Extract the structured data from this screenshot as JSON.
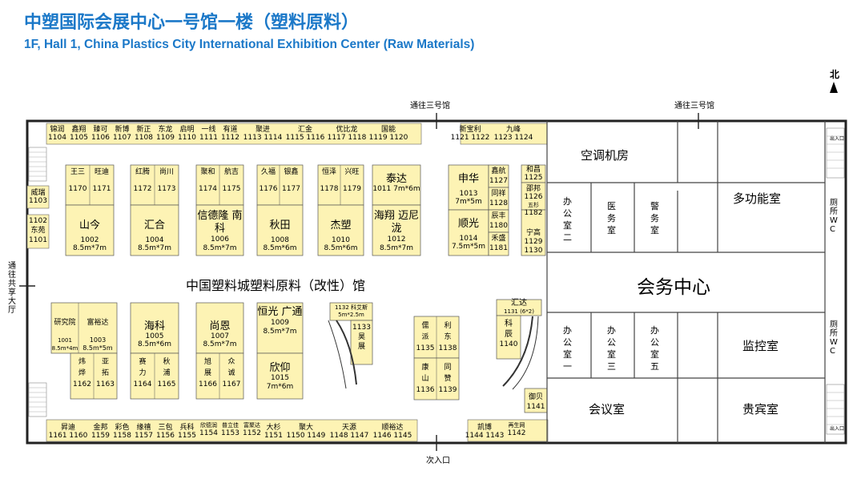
{
  "title_cn": "中塑国际会展中心一号馆一楼（塑料原料）",
  "title_en": "1F, Hall 1, China Plastics City International Exhibition Center (Raw Materials)",
  "north": "北",
  "signs": {
    "to_hall3_left": "通往三号馆",
    "to_hall3_right": "通往三号馆",
    "to_shared_hall": "通往共享大厅",
    "side_entrance": "次入口",
    "entrance_small": "出入口"
  },
  "hall_name": "中国塑料城塑料原料（改性）馆",
  "rooms": {
    "aircon": "空调机房",
    "multi": "多功能室",
    "office2": "办公室二",
    "medical": "医务室",
    "police": "警务室",
    "conference_center": "会务中心",
    "office1": "办公室一",
    "office3": "办公室三",
    "office5": "办公室五",
    "monitor": "监控室",
    "meeting": "会议室",
    "vip": "贵宾室",
    "toilet_wc": "厕所 WC"
  },
  "top_row": [
    {
      "name": "锦润",
      "no": "1104"
    },
    {
      "name": "鑫翔",
      "no": "1105"
    },
    {
      "name": "臻可",
      "no": "1106"
    },
    {
      "name": "新博",
      "no": "1107"
    },
    {
      "name": "新正",
      "no": "1108"
    },
    {
      "name": "东龙",
      "no": "1109"
    },
    {
      "name": "启明",
      "no": "1110"
    },
    {
      "name": "一线",
      "no": "1111"
    },
    {
      "name": "有道",
      "no": "1112"
    },
    {
      "name": "聚进",
      "no": "1113 1114"
    },
    {
      "name": "汇金",
      "no": "1115 1116"
    },
    {
      "name": "优比龙",
      "no": "1117 1118"
    },
    {
      "name": "国能",
      "no": "1119 1120"
    },
    {
      "name": "新宝利",
      "no": "1121 1122"
    },
    {
      "name": "九峰",
      "no": "1123 1124"
    }
  ],
  "bottom_row": [
    {
      "name": "昇迪",
      "no": "1161 1160"
    },
    {
      "name": "金邦",
      "no": "1159"
    },
    {
      "name": "彩色",
      "no": "1158"
    },
    {
      "name": "缘禧",
      "no": "1157"
    },
    {
      "name": "三包",
      "no": "1156"
    },
    {
      "name": "兵科",
      "no": "1155"
    },
    {
      "name": "欣德润",
      "no": "1154"
    },
    {
      "name": "普立佳",
      "no": "1153"
    },
    {
      "name": "富聚达",
      "no": "1152"
    },
    {
      "name": "大杉",
      "no": "1151"
    },
    {
      "name": "聚大",
      "no": "1150 1149"
    },
    {
      "name": "天源",
      "no": "1148 1147"
    },
    {
      "name": "顺裕达",
      "no": "1146 1145"
    },
    {
      "name": "凯博",
      "no": "1144 1143"
    },
    {
      "name": "再生网",
      "no": "1142"
    }
  ],
  "left_column": [
    {
      "name": "威瑞",
      "no": "1103"
    },
    {
      "name": "1102 东苑",
      "no": "1101"
    }
  ],
  "upper_booths": [
    {
      "pair": [
        {
          "name": "王三",
          "no": "1170"
        },
        {
          "name": "旺迪",
          "no": "1171"
        }
      ],
      "big": {
        "name": "山今",
        "no": "1002",
        "size": "8.5m*7m"
      }
    },
    {
      "pair": [
        {
          "name": "红腾",
          "no": "1172"
        },
        {
          "name": "尚川",
          "no": "1173"
        }
      ],
      "big": {
        "name": "汇合",
        "no": "1004",
        "size": "8.5m*7m"
      }
    },
    {
      "pair": [
        {
          "name": "聚和",
          "no": "1174"
        },
        {
          "name": "航吉",
          "no": "1175"
        }
      ],
      "big": {
        "name": "信德隆 南科",
        "no": "1006",
        "size": "8.5m*7m"
      }
    },
    {
      "pair": [
        {
          "name": "久福",
          "no": "1176"
        },
        {
          "name": "银鑫",
          "no": "1177"
        }
      ],
      "big": {
        "name": "秋田",
        "no": "1008",
        "size": "8.5m*6m"
      }
    },
    {
      "pair": [
        {
          "name": "恒泽",
          "no": "1178"
        },
        {
          "name": "兴旺",
          "no": "1179"
        }
      ],
      "big": {
        "name": "杰塑",
        "no": "1010",
        "size": "8.5m*6m"
      }
    },
    {
      "pair": [
        {
          "name": "泰达",
          "no": "1011 7m*6m"
        }
      ],
      "big": {
        "name": "海翔 迈尼泷",
        "no": "1012",
        "size": "8.5m*7m"
      }
    }
  ],
  "right_upper": [
    {
      "name": "申华",
      "no": "1013",
      "size": "7m*5m"
    },
    {
      "name": "顺光",
      "no": "1014",
      "size": "7.5m*5m"
    },
    {
      "name": "鑫航",
      "no": "1127"
    },
    {
      "name": "同祥",
      "no": "1128"
    },
    {
      "name": "辰丰",
      "no": "1180"
    },
    {
      "name": "禾盛",
      "no": "1181"
    },
    {
      "name": "和昌",
      "no": "1125"
    },
    {
      "name": "邵邦",
      "no": "1126"
    },
    {
      "name": "五杉",
      "no": "1182"
    },
    {
      "name": "宁高",
      "no": "1129 1130"
    }
  ],
  "lower_booths": [
    {
      "name": "研究院",
      "no": "1001",
      "size": "8.5m*4m"
    },
    {
      "name": "富裕达",
      "no": "1003",
      "size": "8.5m*5m"
    },
    {
      "name": "海科",
      "no": "1005",
      "size": "8.5m*6m"
    },
    {
      "name": "尚恩",
      "no": "1007",
      "size": "8.5m*7m"
    },
    {
      "name": "恒光 广通",
      "no": "1009",
      "size": "8.5m*7m"
    },
    {
      "name": "欣仰",
      "no": "1015",
      "size": "7m*6m"
    }
  ],
  "lower_pairs": [
    {
      "name": "炜烨",
      "no": "1162"
    },
    {
      "name": "亚拓",
      "no": "1163"
    },
    {
      "name": "赛力",
      "no": "1164"
    },
    {
      "name": "秋浦",
      "no": "1165"
    },
    {
      "name": "旭展",
      "no": "1166"
    },
    {
      "name": "众诚",
      "no": "1167"
    }
  ],
  "center_lower": {
    "kejie": {
      "name": "1132 科艾斯",
      "size": "5m*2.5m"
    },
    "haozhan": {
      "name": "昊展",
      "no": "1133"
    },
    "rulai": {
      "name": "儒派",
      "no": "1135"
    },
    "lidong": {
      "name": "利东",
      "no": "1138"
    },
    "kangshan": {
      "name": "康山",
      "no": "1136"
    },
    "tongying": {
      "name": "同赞",
      "no": "1139"
    },
    "huida": {
      "name": "汇达",
      "no": "1131 (6*2)"
    },
    "kezhan": {
      "name": "科辰",
      "no": "1140"
    },
    "yubei": {
      "name": "御贝",
      "no": "1141"
    }
  }
}
